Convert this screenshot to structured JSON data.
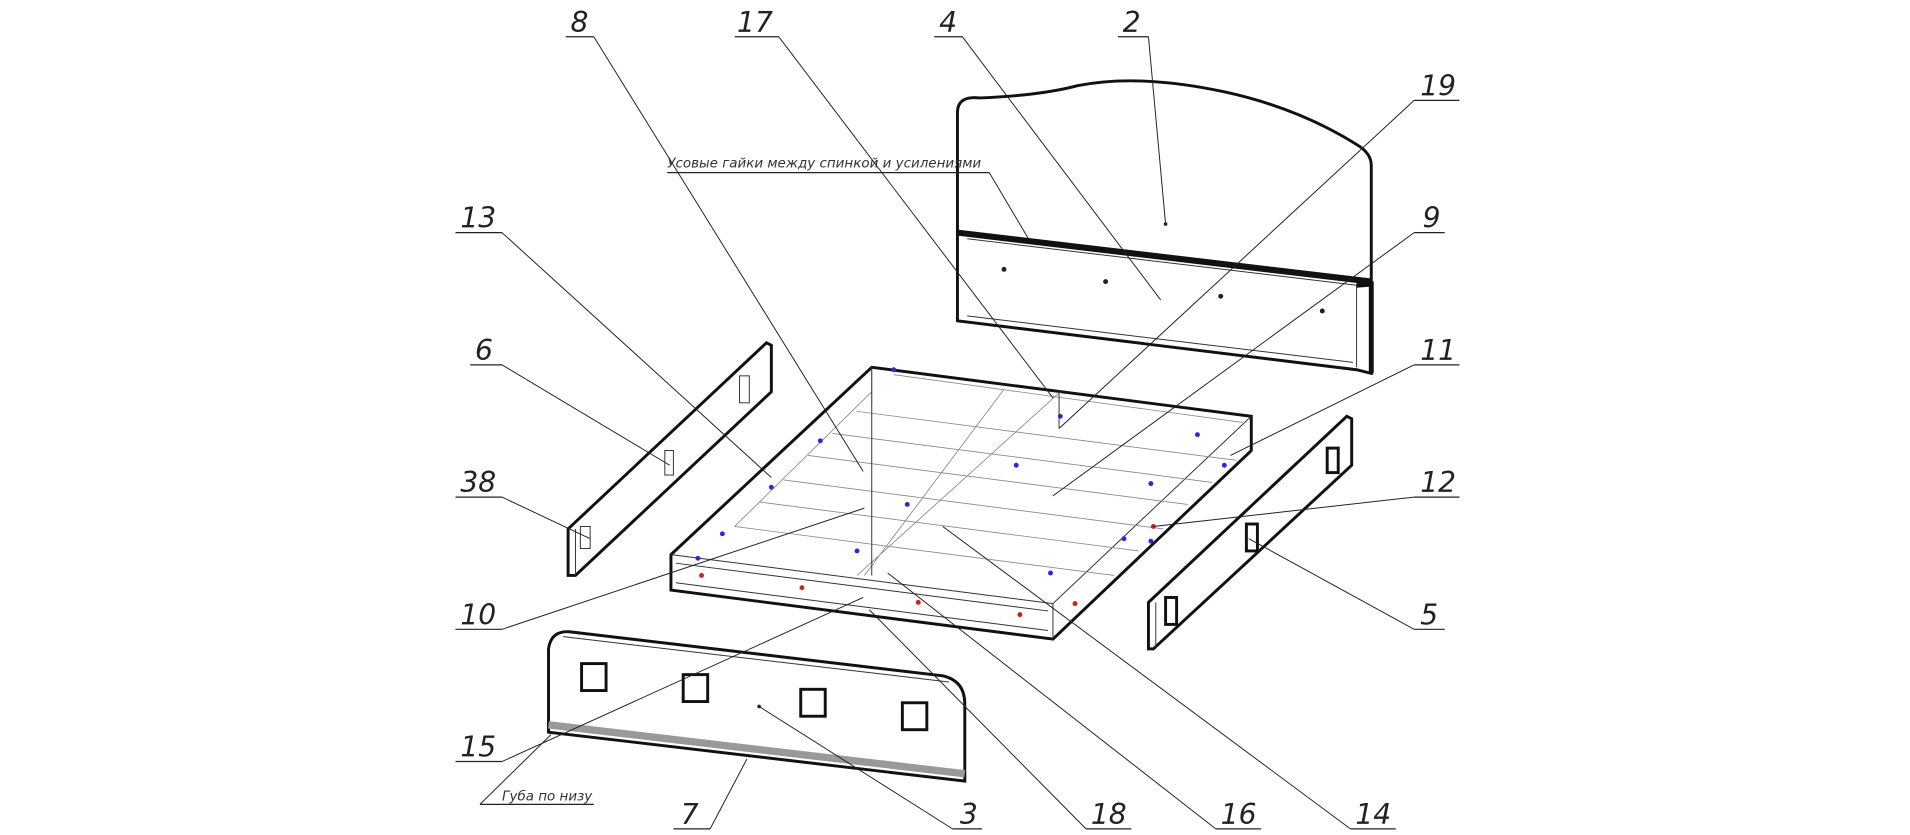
{
  "diagram": {
    "title": "Bed exploded assembly drawing",
    "annotations": {
      "nuts_note": "Усовые гайки между спинкой и усилениями",
      "lip_note": "Губа по низу"
    },
    "callouts": [
      {
        "id": "8",
        "label": "8"
      },
      {
        "id": "17",
        "label": "17"
      },
      {
        "id": "4",
        "label": "4"
      },
      {
        "id": "2",
        "label": "2"
      },
      {
        "id": "19",
        "label": "19"
      },
      {
        "id": "9",
        "label": "9"
      },
      {
        "id": "11",
        "label": "11"
      },
      {
        "id": "12",
        "label": "12"
      },
      {
        "id": "5",
        "label": "5"
      },
      {
        "id": "14",
        "label": "14"
      },
      {
        "id": "16",
        "label": "16"
      },
      {
        "id": "18",
        "label": "18"
      },
      {
        "id": "3",
        "label": "3"
      },
      {
        "id": "7",
        "label": "7"
      },
      {
        "id": "15",
        "label": "15"
      },
      {
        "id": "10",
        "label": "10"
      },
      {
        "id": "38",
        "label": "38"
      },
      {
        "id": "6",
        "label": "6"
      },
      {
        "id": "13",
        "label": "13"
      }
    ],
    "colors": {
      "line": "#111111",
      "fastener_blue": "#2a2ad0",
      "fastener_red": "#d02020"
    }
  }
}
